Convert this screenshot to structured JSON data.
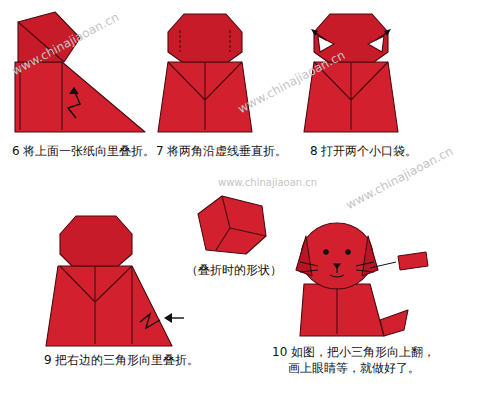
{
  "diagram": {
    "labels": [
      "www.chinajiaoan.cn",
      "www.chinajiaoan.cn",
      "6 将上面一张纸向里叠折。",
      "7 将两角沿虚线垂直折。",
      "8 打开两个小口袋。",
      "www.chinajiaoan.cn",
      "www.chinajiaoan.cn",
      "（叠折时的形状）",
      "9 把右边的三角形向里叠折。",
      "10 如图，把小三角形向上翻， 画上眼睛等，就做好了。"
    ]
  }
}
